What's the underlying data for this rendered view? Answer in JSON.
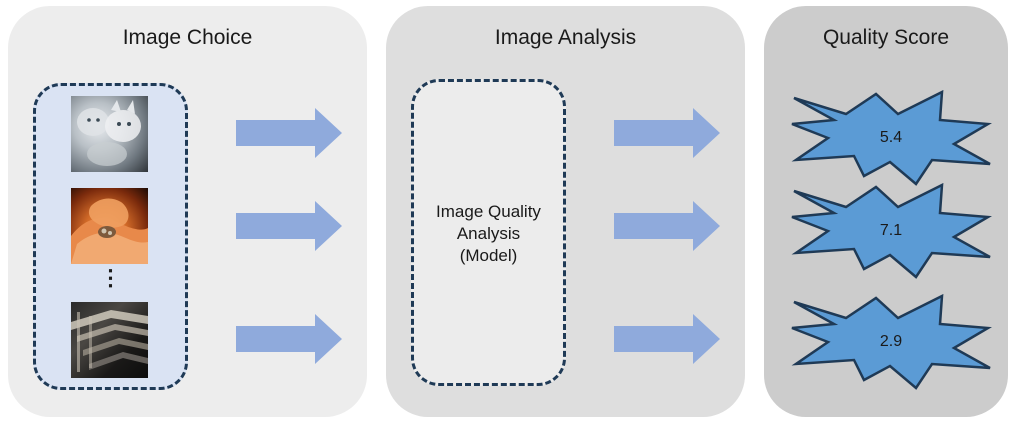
{
  "panels": {
    "choice": {
      "title": "Image Choice",
      "ellipsis": "⋮"
    },
    "analysis": {
      "title": "Image Analysis",
      "model_lines": [
        "Image Quality",
        "Analysis",
        "(Model)"
      ]
    },
    "score": {
      "title": "Quality Score",
      "scores": [
        "5.4",
        "7.1",
        "2.9"
      ]
    }
  },
  "colors": {
    "panel_choice": "#ededed",
    "panel_analysis": "#dedede",
    "panel_score": "#cccccc",
    "image_box_fill": "#dae3f3",
    "dashed_border": "#1f3a56",
    "arrow_fill": "#8faadc",
    "burst_fill": "#5b9bd5",
    "burst_stroke": "#1f3a56"
  },
  "images": [
    "cats-photo",
    "hand-photo",
    "stairs-photo"
  ]
}
